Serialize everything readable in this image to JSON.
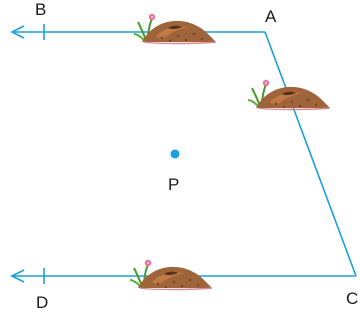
{
  "labels": {
    "A": "A",
    "B": "B",
    "C": "C",
    "D": "D",
    "P": "P"
  },
  "colors": {
    "line": "#1aa0dc",
    "point": "#1aa0dc",
    "text": "#1a1a1a",
    "mound": "#a0643a",
    "mound_dark": "#7a4525",
    "grass": "#4a9a2e",
    "flower": "#e8709a"
  },
  "icons": [
    "mound-icon",
    "mound-icon",
    "mound-icon"
  ]
}
